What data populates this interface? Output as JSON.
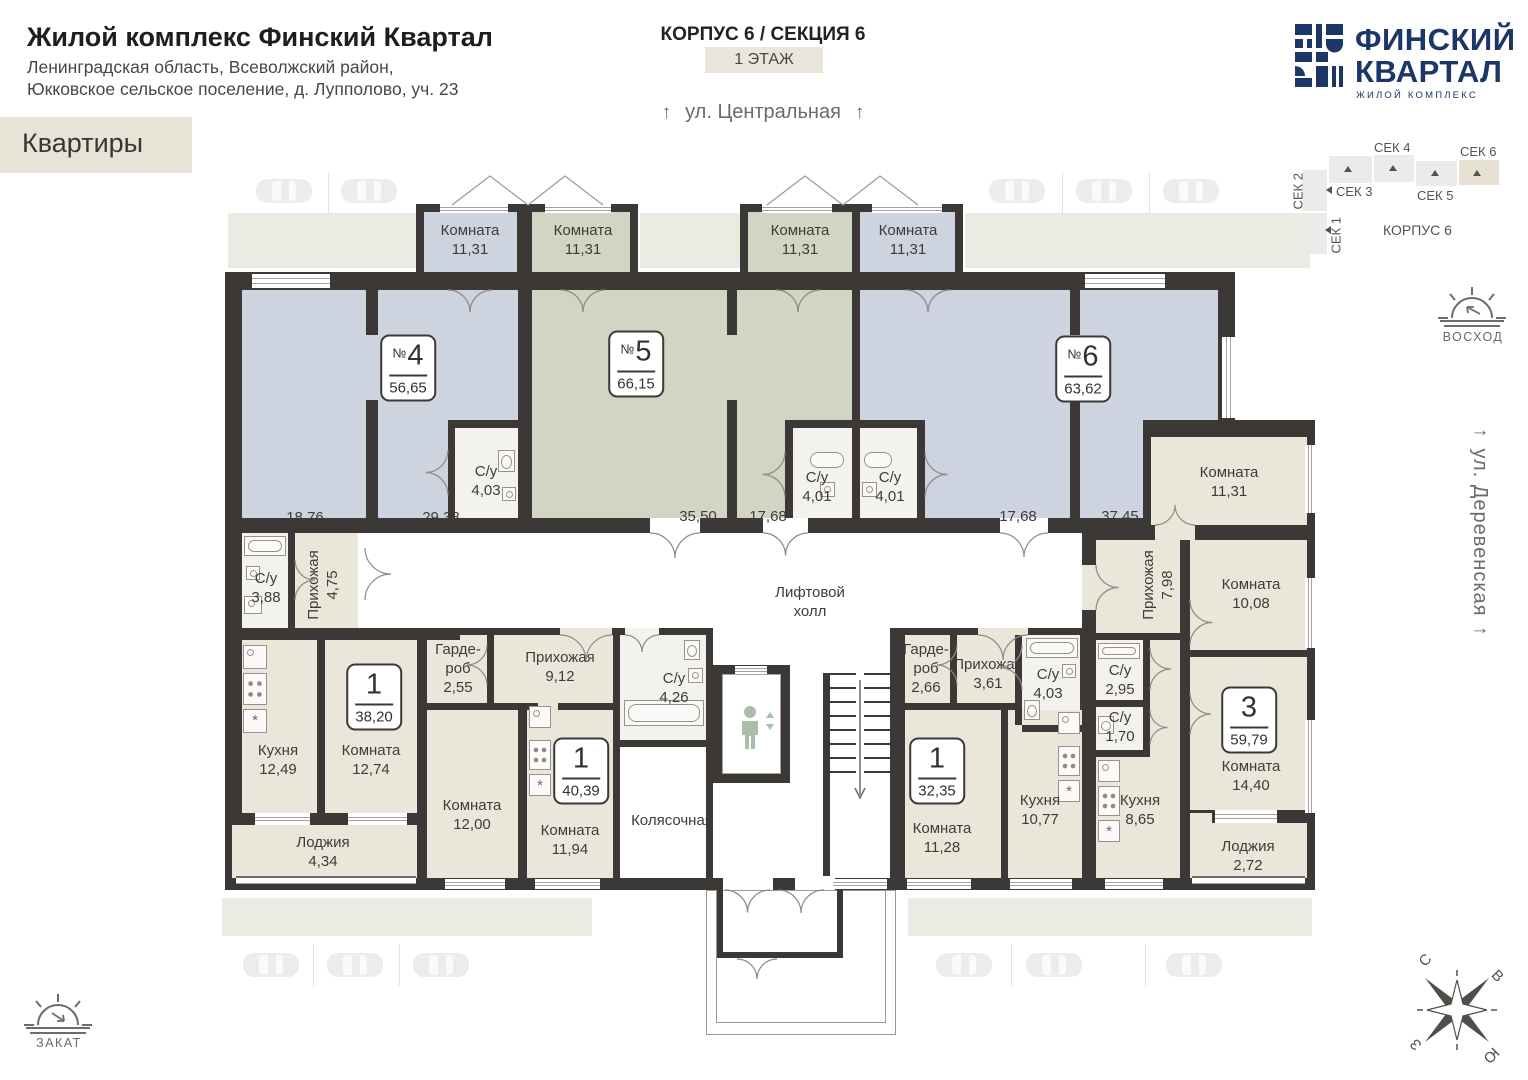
{
  "header": {
    "title": "Жилой комплекс Финский Квартал",
    "subtitle1": "Ленинградская область, Всеволжский район,",
    "subtitle2": "Юкковское сельское поселение, д. Лупполово, уч. 23",
    "section_label": "Квартиры"
  },
  "plan_header": {
    "korpus": "КОРПУС 6 / СЕКЦИЯ 6",
    "floor": "1 ЭТАЖ"
  },
  "streets": {
    "top": "ул. Центральная",
    "right": "ул. Деревенская"
  },
  "logo": {
    "line1": "ФИНСКИЙ",
    "line2": "КВАРТАЛ",
    "tagline": "ЖИЛОЙ КОМПЛЕКС"
  },
  "minimap": {
    "s1": "СЕК 1",
    "s2": "СЕК 2",
    "s3": "СЕК 3",
    "s4": "СЕК 4",
    "s5": "СЕК 5",
    "s6": "СЕК 6",
    "korpus": "КОРПУС 6",
    "active": "СЕК 6"
  },
  "sun": {
    "east": "ВОСХОД",
    "west": "ЗАКАТ"
  },
  "compass": {
    "n": "С",
    "e": "В",
    "s": "Ю",
    "w": "З"
  },
  "plan": {
    "apartments": [
      {
        "id": "a4",
        "prefix": "№",
        "num": "4",
        "area": "56,65"
      },
      {
        "id": "a5",
        "prefix": "№",
        "num": "5",
        "area": "66,15"
      },
      {
        "id": "a6",
        "prefix": "№",
        "num": "6",
        "area": "63,62"
      },
      {
        "id": "a38",
        "prefix": "",
        "num": "1",
        "area": "38,20"
      },
      {
        "id": "a40",
        "prefix": "",
        "num": "1",
        "area": "40,39"
      },
      {
        "id": "a32",
        "prefix": "",
        "num": "1",
        "area": "32,35"
      },
      {
        "id": "a3",
        "prefix": "",
        "num": "3",
        "area": "59,79"
      }
    ],
    "rooms": [
      {
        "id": "t1",
        "lines": [
          "Комната",
          "11,31"
        ]
      },
      {
        "id": "t2",
        "lines": [
          "Комната",
          "11,31"
        ]
      },
      {
        "id": "t3",
        "lines": [
          "Комната",
          "11,31"
        ]
      },
      {
        "id": "t4",
        "lines": [
          "Комната",
          "11,31"
        ]
      },
      {
        "id": "su403a",
        "lines": [
          "С/у",
          "4,03"
        ]
      },
      {
        "id": "su401a",
        "lines": [
          "С/у",
          "4,01"
        ]
      },
      {
        "id": "su401b",
        "lines": [
          "С/у",
          "4,01"
        ]
      },
      {
        "id": "a1876",
        "lines": [
          "18,76"
        ]
      },
      {
        "id": "a2938",
        "lines": [
          "29,38"
        ]
      },
      {
        "id": "a3550",
        "lines": [
          "35,50"
        ]
      },
      {
        "id": "a1768a",
        "lines": [
          "17,68"
        ]
      },
      {
        "id": "a1768b",
        "lines": [
          "17,68"
        ]
      },
      {
        "id": "a3745",
        "lines": [
          "37,45"
        ]
      },
      {
        "id": "su388",
        "lines": [
          "С/у",
          "3,88"
        ]
      },
      {
        "id": "p475",
        "lines": [
          "Прихожая",
          "4,75"
        ]
      },
      {
        "id": "k1249",
        "lines": [
          "Кухня",
          "12,49"
        ]
      },
      {
        "id": "r1274",
        "lines": [
          "Комната",
          "12,74"
        ]
      },
      {
        "id": "l434",
        "lines": [
          "Лоджия",
          "4,34"
        ]
      },
      {
        "id": "g255",
        "lines": [
          "Гарде-",
          "роб",
          "2,55"
        ]
      },
      {
        "id": "p912",
        "lines": [
          "Прихожая",
          "9,12"
        ]
      },
      {
        "id": "r1200",
        "lines": [
          "Комната",
          "12,00"
        ]
      },
      {
        "id": "r1194",
        "lines": [
          "Комната",
          "11,94"
        ]
      },
      {
        "id": "su426",
        "lines": [
          "С/у",
          "4,26"
        ]
      },
      {
        "id": "lift",
        "lines": [
          "Лифтовой",
          "холл"
        ]
      },
      {
        "id": "kol",
        "lines": [
          "Колясочная"
        ]
      },
      {
        "id": "g266",
        "lines": [
          "Гарде-",
          "роб",
          "2,66"
        ]
      },
      {
        "id": "p361",
        "lines": [
          "Прихожая",
          "3,61"
        ]
      },
      {
        "id": "su403b",
        "lines": [
          "С/у",
          "4,03"
        ]
      },
      {
        "id": "r1128",
        "lines": [
          "Комната",
          "11,28"
        ]
      },
      {
        "id": "k1077",
        "lines": [
          "Кухня",
          "10,77"
        ]
      },
      {
        "id": "p798",
        "lines": [
          "Прихожая",
          "7,98"
        ]
      },
      {
        "id": "t5",
        "lines": [
          "Комната",
          "11,31"
        ]
      },
      {
        "id": "r1008",
        "lines": [
          "Комната",
          "10,08"
        ]
      },
      {
        "id": "su295",
        "lines": [
          "С/у",
          "2,95"
        ]
      },
      {
        "id": "su170",
        "lines": [
          "С/у",
          "1,70"
        ]
      },
      {
        "id": "k865",
        "lines": [
          "Кухня",
          "8,65"
        ]
      },
      {
        "id": "r1440",
        "lines": [
          "Комната",
          "14,40"
        ]
      },
      {
        "id": "l272",
        "lines": [
          "Лоджия",
          "2,72"
        ]
      }
    ]
  }
}
